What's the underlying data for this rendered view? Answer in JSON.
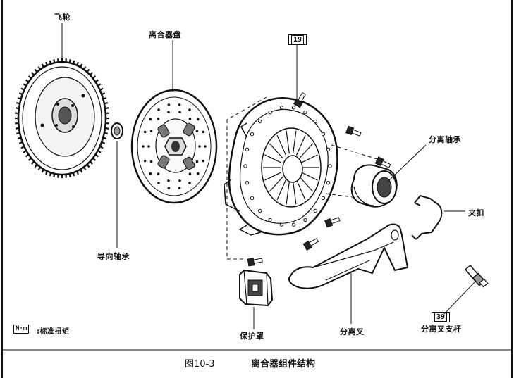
{
  "labels": {
    "flywheel": "飞轮",
    "clutch_disc": "离合器盘",
    "pilot_bearing": "导向轴承",
    "release_bearing": "分离轴承",
    "clip": "夹扣",
    "boot": "保护罩",
    "release_fork": "分离叉",
    "fork_pivot": "分离叉支杆"
  },
  "torque": {
    "bolt_value": "19",
    "pivot_value": "39",
    "legend_symbol": "N·m",
    "legend_text": ":标准扭矩"
  },
  "caption": {
    "figure_number": "图10-3",
    "title": "离合器组件结构"
  }
}
